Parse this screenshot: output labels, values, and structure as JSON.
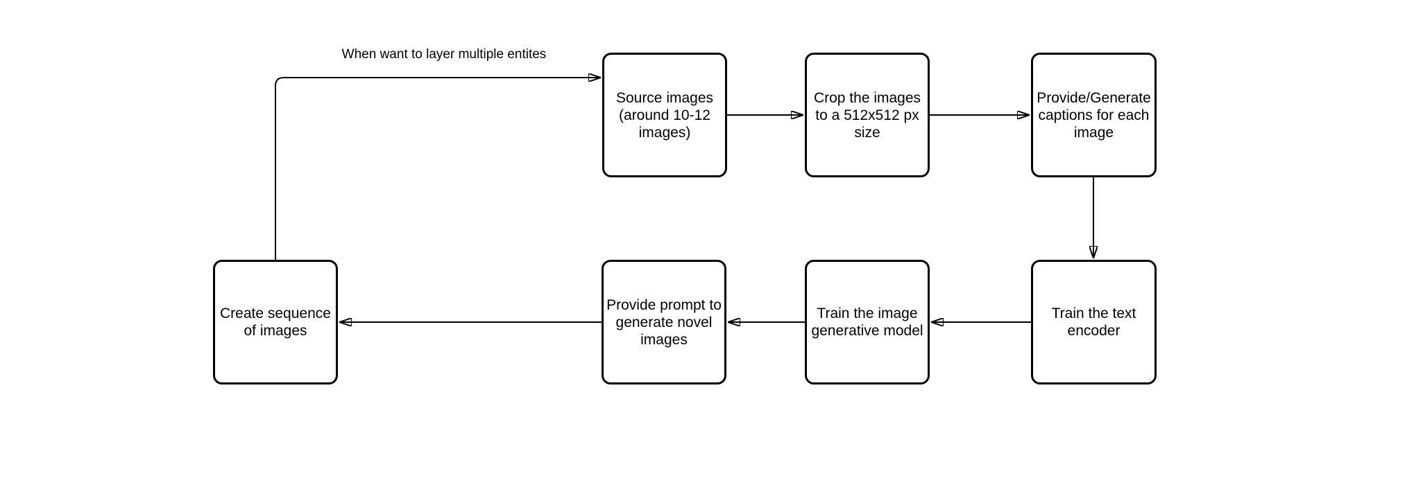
{
  "canvas": {
    "background": "#ffffff",
    "stroke_color": "#000000",
    "text_color": "#000000"
  },
  "diagram": {
    "type": "flowchart",
    "nodes": [
      {
        "id": "source-images",
        "label": "Source images\n(around 10-12\nimages)"
      },
      {
        "id": "crop-images",
        "label": "Crop the images\nto a 512x512 px\nsize"
      },
      {
        "id": "generate-captions",
        "label": "Provide/Generate\ncaptions for each\nimage"
      },
      {
        "id": "train-text-encoder",
        "label": "Train the text\nencoder"
      },
      {
        "id": "train-image-model",
        "label": "Train the image\ngenerative model"
      },
      {
        "id": "provide-prompt",
        "label": "Provide prompt to\ngenerate novel\nimages"
      },
      {
        "id": "create-sequence",
        "label": "Create sequence\nof images"
      }
    ],
    "edges": [
      {
        "from": "source-images",
        "to": "crop-images"
      },
      {
        "from": "crop-images",
        "to": "generate-captions"
      },
      {
        "from": "generate-captions",
        "to": "train-text-encoder"
      },
      {
        "from": "train-text-encoder",
        "to": "train-image-model"
      },
      {
        "from": "train-image-model",
        "to": "provide-prompt"
      },
      {
        "from": "provide-prompt",
        "to": "create-sequence"
      },
      {
        "from": "create-sequence",
        "to": "source-images",
        "label": "When want to layer multiple entites"
      }
    ]
  }
}
